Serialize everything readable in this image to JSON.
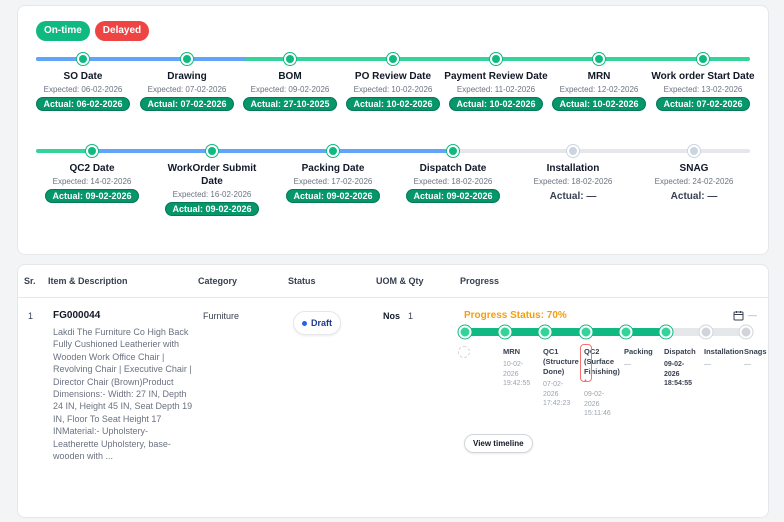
{
  "legend": {
    "on_time": "On-time",
    "delayed": "Delayed",
    "on_time_color": "#10b981",
    "delayed_color": "#ef4444"
  },
  "stages_row1": [
    {
      "name": "SO Date",
      "expected": "Expected: 06-02-2026",
      "actual": "Actual: 06-02-2026",
      "done": true
    },
    {
      "name": "Drawing",
      "expected": "Expected: 07-02-2026",
      "actual": "Actual: 07-02-2026",
      "done": true
    },
    {
      "name": "BOM",
      "expected": "Expected: 09-02-2026",
      "actual": "Actual: 27-10-2025",
      "done": true
    },
    {
      "name": "PO Review Date",
      "expected": "Expected: 10-02-2026",
      "actual": "Actual: 10-02-2026",
      "done": true
    },
    {
      "name": "Payment Review Date",
      "expected": "Expected: 11-02-2026",
      "actual": "Actual: 10-02-2026",
      "done": true
    },
    {
      "name": "MRN",
      "expected": "Expected: 12-02-2026",
      "actual": "Actual: 10-02-2026",
      "done": true
    },
    {
      "name": "Work order Start Date",
      "expected": "Expected: 13-02-2026",
      "actual": "Actual: 07-02-2026",
      "done": true
    }
  ],
  "stages_row2": [
    {
      "name": "QC2 Date",
      "expected": "Expected: 14-02-2026",
      "actual": "Actual: 09-02-2026",
      "done": true
    },
    {
      "name": "WorkOrder Submit Date",
      "expected": "Expected: 16-02-2026",
      "actual": "Actual: 09-02-2026",
      "done": true
    },
    {
      "name": "Packing Date",
      "expected": "Expected: 17-02-2026",
      "actual": "Actual: 09-02-2026",
      "done": true
    },
    {
      "name": "Dispatch Date",
      "expected": "Expected: 18-02-2026",
      "actual": "Actual: 09-02-2026",
      "done": true
    },
    {
      "name": "Installation",
      "expected": "Expected: 18-02-2026",
      "actual": "Actual: —",
      "done": false
    },
    {
      "name": "SNAG",
      "expected": "Expected: 24-02-2026",
      "actual": "Actual: —",
      "done": false
    }
  ],
  "table": {
    "headers": {
      "sr": "Sr.",
      "item": "Item & Description",
      "category": "Category",
      "status": "Status",
      "uom": "UOM & Qty",
      "progress": "Progress"
    },
    "row": {
      "sr": "1",
      "code": "FG000044",
      "description": "Lakdi The Furniture Co High Back Fully Cushioned Leatherier with Wooden Work Office Chair | Revolving Chair | Executive Chair | Director Chair (Brown)Product Dimensions:- Width: 27 IN, Depth 24 IN, Height 45 IN, Seat Depth 19 IN, Floor To Seat Height 17 INMaterial:- Upholstery- Leatherette Upholstery, base- wooden with ...",
      "category": "Furniture",
      "status": "Draft",
      "uom": "Nos",
      "qty": "1",
      "progress_status": "Progress Status: 70%",
      "progress_value": 0.7,
      "view_timeline": "View timeline"
    }
  },
  "progress_steps": [
    {
      "name": "",
      "time": "",
      "done": true
    },
    {
      "name": "MRN",
      "time": "10-02-2026 19:42:55",
      "done": true
    },
    {
      "name": "QC1 (Structure Done)",
      "time": "07-02-2026 17:42:23",
      "done": true
    },
    {
      "name": "QC2 (Surface Finishing)",
      "time": "09-02-2026 15:11:46",
      "done": true,
      "star": "*"
    },
    {
      "name": "Packing",
      "time": "—",
      "done": true
    },
    {
      "name": "Dispatch",
      "time": "09-02-2026 18:54:55",
      "done": true,
      "dark": true
    },
    {
      "name": "Installation",
      "time": "—",
      "done": false
    },
    {
      "name": "Snags",
      "time": "—",
      "done": false
    }
  ],
  "icons": {
    "calendar": "calendar-icon",
    "dash": "—"
  }
}
